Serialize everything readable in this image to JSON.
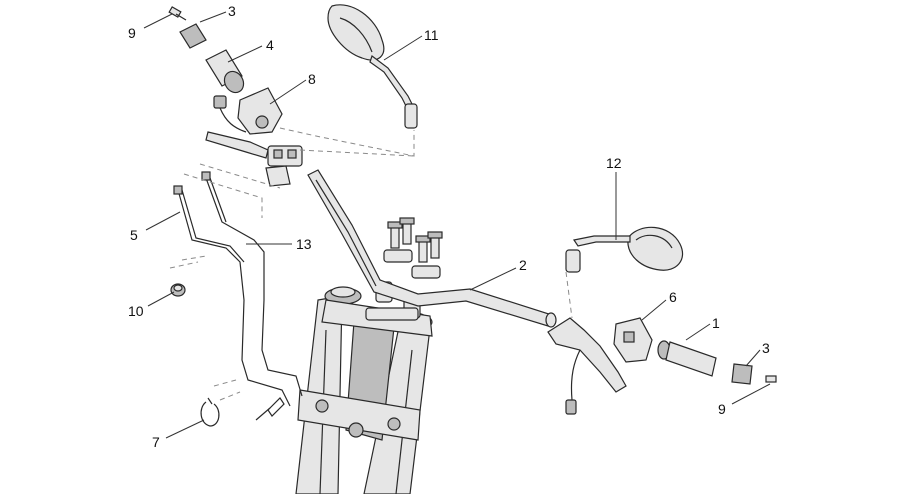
{
  "diagram": {
    "callouts": [
      {
        "id": "c9a",
        "label": "9"
      },
      {
        "id": "c3a",
        "label": "3"
      },
      {
        "id": "c4",
        "label": "4"
      },
      {
        "id": "c11",
        "label": "11"
      },
      {
        "id": "c8",
        "label": "8"
      },
      {
        "id": "c12",
        "label": "12"
      },
      {
        "id": "c5",
        "label": "5"
      },
      {
        "id": "c13",
        "label": "13"
      },
      {
        "id": "c2",
        "label": "2"
      },
      {
        "id": "c10",
        "label": "10"
      },
      {
        "id": "c6",
        "label": "6"
      },
      {
        "id": "c1",
        "label": "1"
      },
      {
        "id": "c3b",
        "label": "3"
      },
      {
        "id": "c9b",
        "label": "9"
      },
      {
        "id": "c7",
        "label": "7"
      }
    ]
  }
}
